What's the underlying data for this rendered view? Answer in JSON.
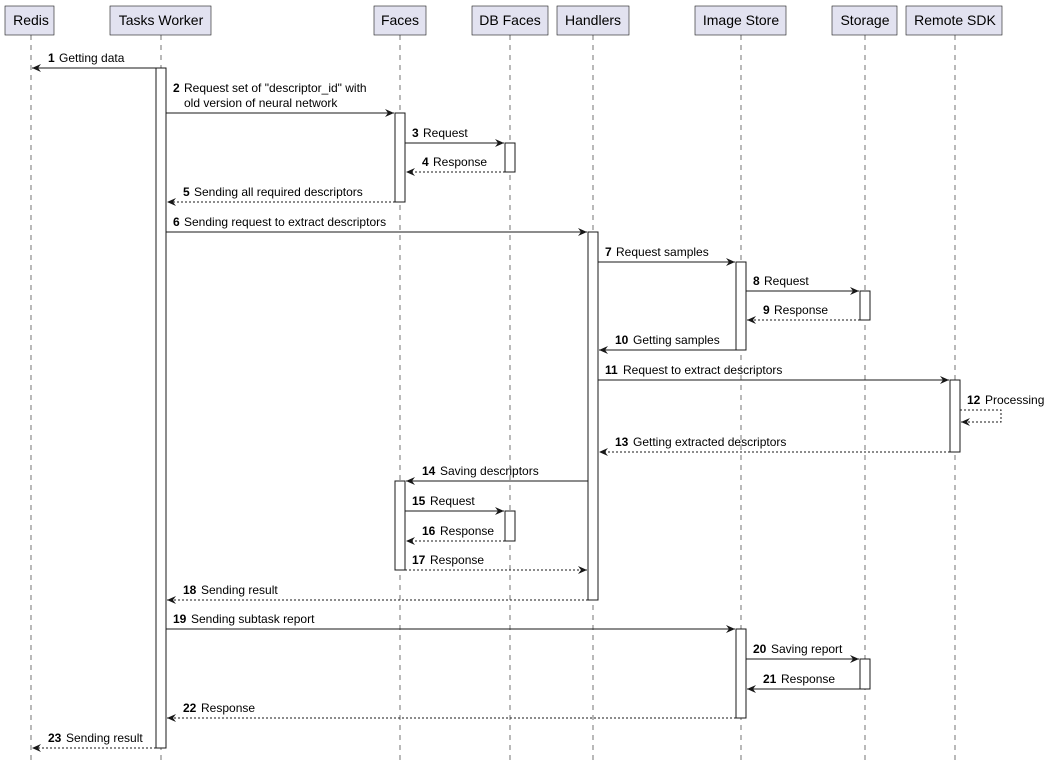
{
  "participants": [
    {
      "id": "redis",
      "label": "Redis"
    },
    {
      "id": "worker",
      "label": "Tasks Worker"
    },
    {
      "id": "faces",
      "label": "Faces"
    },
    {
      "id": "dbfaces",
      "label": "DB Faces"
    },
    {
      "id": "handlers",
      "label": "Handlers"
    },
    {
      "id": "imagestore",
      "label": "Image Store"
    },
    {
      "id": "storage",
      "label": "Storage"
    },
    {
      "id": "remotesdk",
      "label": "Remote SDK"
    }
  ],
  "messages": [
    {
      "n": "1",
      "from": "worker",
      "to": "redis",
      "style": "solid",
      "text": [
        "Getting data"
      ]
    },
    {
      "n": "2",
      "from": "worker",
      "to": "faces",
      "style": "solid",
      "text": [
        "Request set of \"descriptor_id\" with",
        "old version of neural network"
      ]
    },
    {
      "n": "3",
      "from": "faces",
      "to": "dbfaces",
      "style": "solid",
      "text": [
        "Request"
      ]
    },
    {
      "n": "4",
      "from": "dbfaces",
      "to": "faces",
      "style": "dashed",
      "text": [
        "Response"
      ]
    },
    {
      "n": "5",
      "from": "faces",
      "to": "worker",
      "style": "dashed",
      "text": [
        "Sending all required descriptors"
      ]
    },
    {
      "n": "6",
      "from": "worker",
      "to": "handlers",
      "style": "solid",
      "text": [
        "Sending request to extract descriptors"
      ]
    },
    {
      "n": "7",
      "from": "handlers",
      "to": "imagestore",
      "style": "solid",
      "text": [
        "Request samples"
      ]
    },
    {
      "n": "8",
      "from": "imagestore",
      "to": "storage",
      "style": "solid",
      "text": [
        "Request"
      ]
    },
    {
      "n": "9",
      "from": "storage",
      "to": "imagestore",
      "style": "dashed",
      "text": [
        "Response"
      ]
    },
    {
      "n": "10",
      "from": "imagestore",
      "to": "handlers",
      "style": "solid",
      "text": [
        "Getting samples"
      ]
    },
    {
      "n": "11",
      "from": "handlers",
      "to": "remotesdk",
      "style": "solid",
      "text": [
        "Request to extract descriptors"
      ]
    },
    {
      "n": "12",
      "from": "remotesdk",
      "to": "remotesdk",
      "style": "dashed",
      "text": [
        "Processing"
      ]
    },
    {
      "n": "13",
      "from": "remotesdk",
      "to": "handlers",
      "style": "dashed",
      "text": [
        "Getting extracted descriptors"
      ]
    },
    {
      "n": "14",
      "from": "handlers",
      "to": "faces",
      "style": "solid",
      "text": [
        "Saving descriptors"
      ]
    },
    {
      "n": "15",
      "from": "faces",
      "to": "dbfaces",
      "style": "solid",
      "text": [
        "Request"
      ]
    },
    {
      "n": "16",
      "from": "dbfaces",
      "to": "faces",
      "style": "dashed",
      "text": [
        "Response"
      ]
    },
    {
      "n": "17",
      "from": "faces",
      "to": "handlers",
      "style": "dashed",
      "text": [
        "Response"
      ]
    },
    {
      "n": "18",
      "from": "handlers",
      "to": "worker",
      "style": "dashed",
      "text": [
        "Sending result"
      ]
    },
    {
      "n": "19",
      "from": "worker",
      "to": "imagestore",
      "style": "solid",
      "text": [
        "Sending subtask report"
      ]
    },
    {
      "n": "20",
      "from": "imagestore",
      "to": "storage",
      "style": "solid",
      "text": [
        "Saving report"
      ]
    },
    {
      "n": "21",
      "from": "storage",
      "to": "imagestore",
      "style": "solid",
      "text": [
        "Response"
      ]
    },
    {
      "n": "22",
      "from": "imagestore",
      "to": "worker",
      "style": "dashed",
      "text": [
        "Response"
      ]
    },
    {
      "n": "23",
      "from": "worker",
      "to": "redis",
      "style": "dashed",
      "text": [
        "Sending result"
      ]
    }
  ],
  "activations": [
    {
      "on": "worker",
      "from": "1",
      "to": "23"
    },
    {
      "on": "faces",
      "from": "2",
      "to": "5"
    },
    {
      "on": "dbfaces",
      "from": "3",
      "to": "4"
    },
    {
      "on": "handlers",
      "from": "6",
      "to": "18"
    },
    {
      "on": "imagestore",
      "from": "7",
      "to": "10"
    },
    {
      "on": "storage",
      "from": "8",
      "to": "9"
    },
    {
      "on": "remotesdk",
      "from": "11",
      "to": "13"
    },
    {
      "on": "faces",
      "from": "14",
      "to": "17"
    },
    {
      "on": "dbfaces",
      "from": "15",
      "to": "16"
    },
    {
      "on": "imagestore",
      "from": "19",
      "to": "22"
    },
    {
      "on": "storage",
      "from": "20",
      "to": "21"
    }
  ]
}
